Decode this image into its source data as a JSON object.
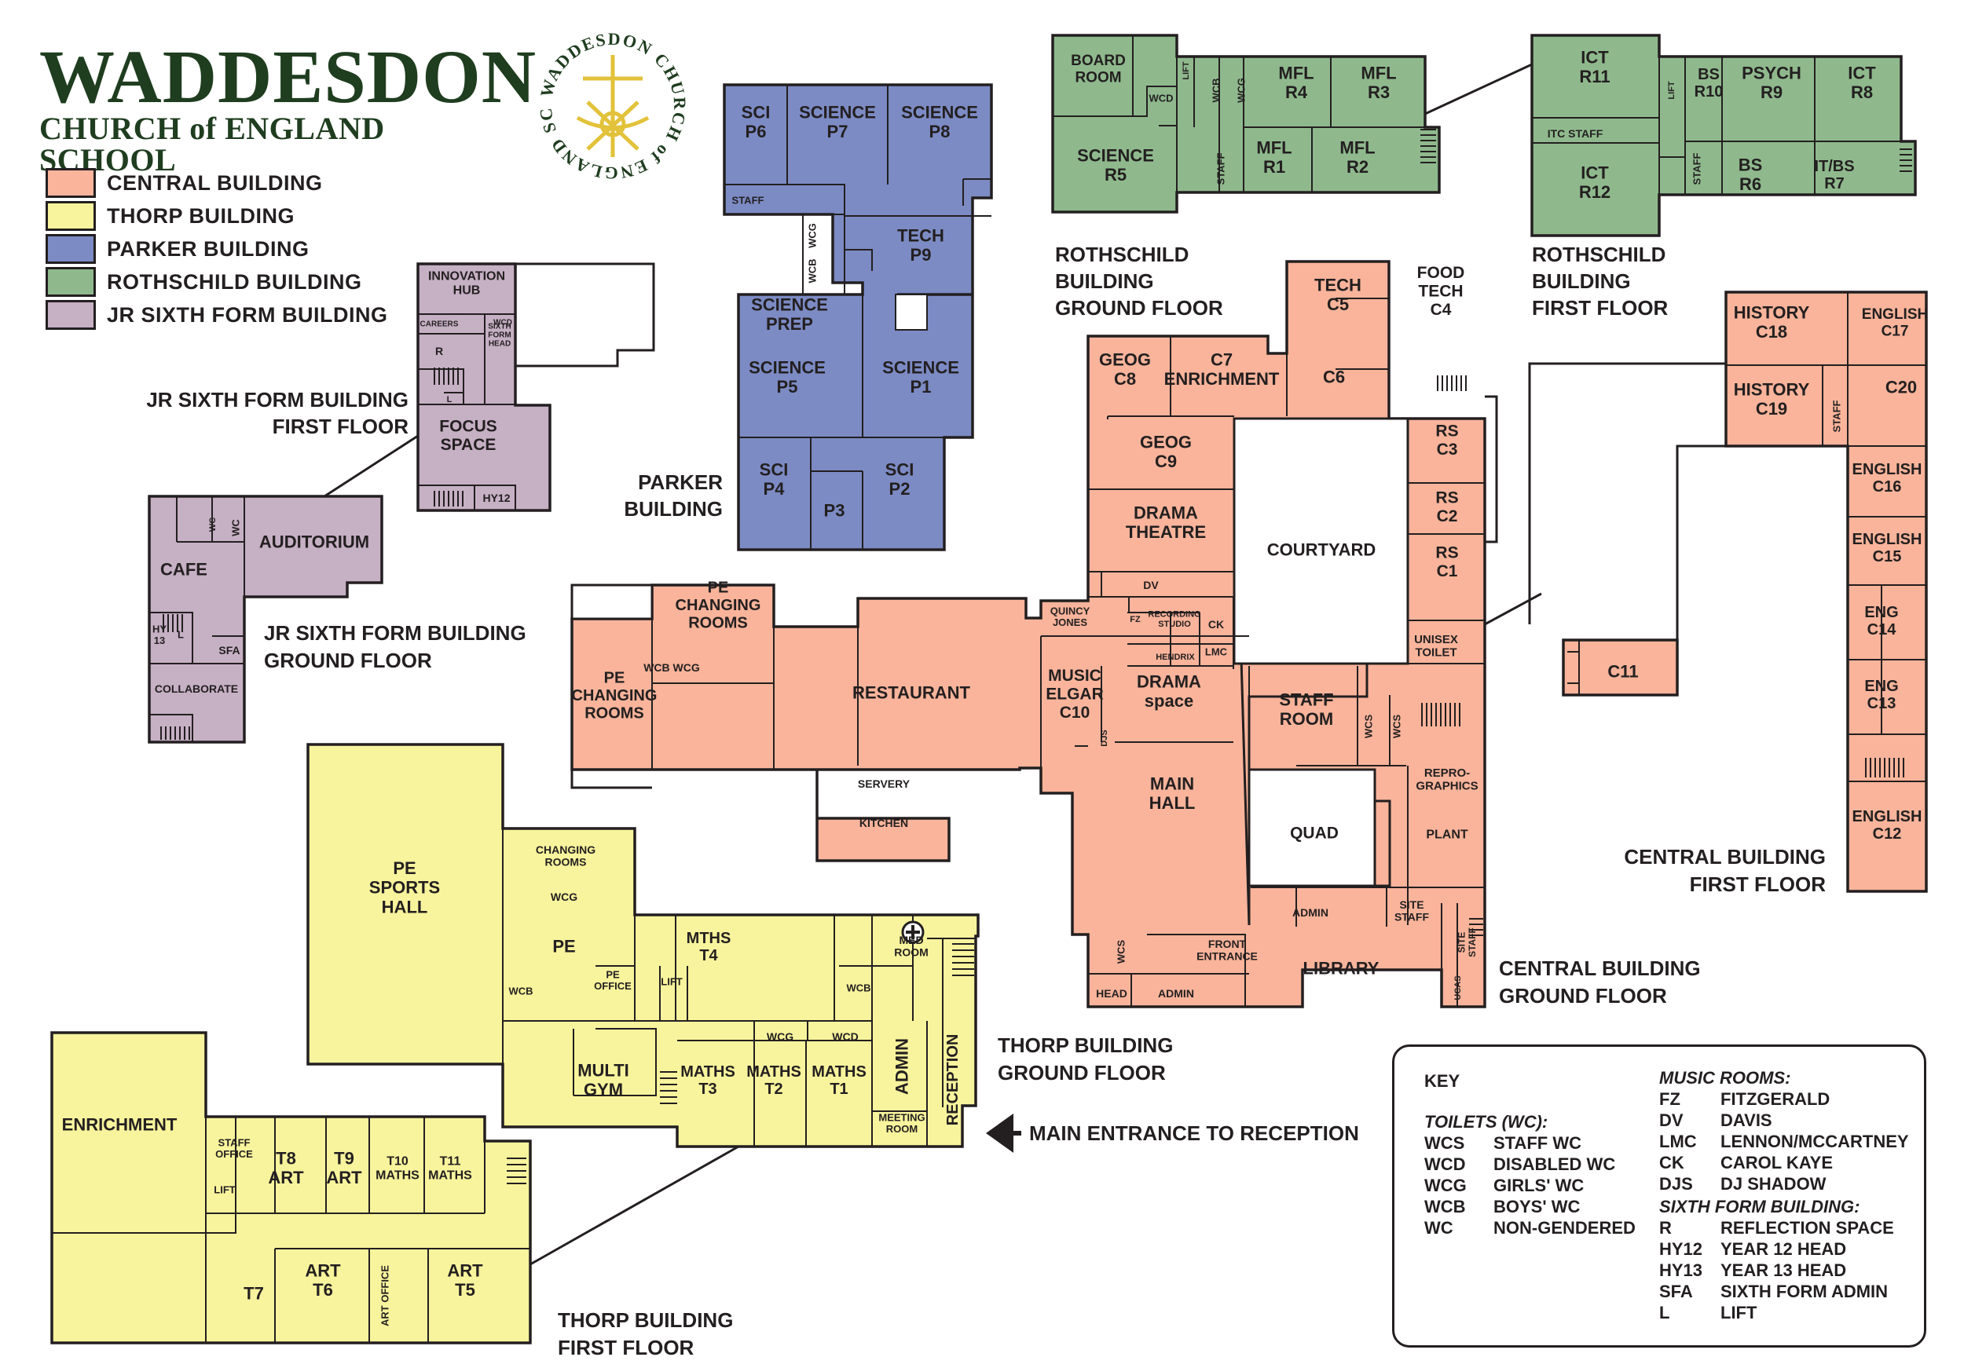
{
  "school": {
    "name_line1": "WADDESDON",
    "name_line2": "CHURCH of ENGLAND SCHOOL",
    "seal_text": "WADDESDON CHURCH of ENGLAND SCHOOL"
  },
  "colors": {
    "central": "#f9b49b",
    "thorp": "#f8f49d",
    "parker": "#7c8bc4",
    "rothschild": "#8fb98d",
    "sixth_form": "#c6b0c4"
  },
  "legend": [
    {
      "label": "CENTRAL BUILDING",
      "color": "#f9b49b"
    },
    {
      "label": "THORP BUILDING",
      "color": "#f8f49d"
    },
    {
      "label": "PARKER BUILDING",
      "color": "#7c8bc4"
    },
    {
      "label": "ROTHSCHILD BUILDING",
      "color": "#8fb98d"
    },
    {
      "label": "JR SIXTH FORM BUILDING",
      "color": "#c6b0c4"
    }
  ],
  "captions": {
    "jr_first_1": "JR SIXTH FORM BUILDING",
    "jr_first_2": "FIRST FLOOR",
    "jr_ground_1": "JR SIXTH FORM BUILDING",
    "jr_ground_2": "GROUND FLOOR",
    "parker_1": "PARKER",
    "parker_2": "BUILDING",
    "roth_ground_1": "ROTHSCHILD",
    "roth_ground_2": "BUILDING",
    "roth_ground_3": "GROUND FLOOR",
    "roth_first_1": "ROTHSCHILD",
    "roth_first_2": "BUILDING",
    "roth_first_3": "FIRST FLOOR",
    "central_first_1": "CENTRAL BUILDING",
    "central_first_2": "FIRST FLOOR",
    "central_ground_1": "CENTRAL BUILDING",
    "central_ground_2": "GROUND FLOOR",
    "thorp_ground_1": "THORP BUILDING",
    "thorp_ground_2": "GROUND FLOOR",
    "thorp_first_1": "THORP BUILDING",
    "thorp_first_2": "FIRST FLOOR",
    "main_entrance": "MAIN ENTRANCE TO RECEPTION"
  },
  "rooms": {
    "sci_p6": [
      "SCI",
      "P6"
    ],
    "science_p7": [
      "SCIENCE",
      "P7"
    ],
    "science_p8": [
      "SCIENCE",
      "P8"
    ],
    "tech_p9": [
      "TECH",
      "P9"
    ],
    "science_prep": [
      "SCIENCE",
      "PREP"
    ],
    "science_p5": [
      "SCIENCE",
      "P5"
    ],
    "science_p1": [
      "SCIENCE",
      "P1"
    ],
    "sci_p4": [
      "SCI",
      "P4"
    ],
    "p3": [
      "P3"
    ],
    "sci_p2": [
      "SCI",
      "P2"
    ],
    "parker_staff": "STAFF",
    "parker_wcg": "WCG",
    "parker_wcb": "WCB",
    "innovation_hub": [
      "INNOVATION",
      "HUB"
    ],
    "careers": "CAREERS",
    "r": "R",
    "sixth_form_head": [
      "SIXTH",
      "FORM",
      "HEAD"
    ],
    "jr_wcd": "WCD",
    "jr_l1": "L",
    "focus_space": [
      "FOCUS",
      "SPACE"
    ],
    "hy12": "HY12",
    "cafe": "CAFE",
    "auditorium": "AUDITORIUM",
    "jr_wc1": "WC",
    "jr_wc2": "WC",
    "hy13": [
      "HY",
      "13"
    ],
    "jr_l2": "L",
    "sfa": "SFA",
    "collaborate": "COLLABORATE",
    "board_room": [
      "BOARD",
      "ROOM"
    ],
    "r_wcd": "WCD",
    "r_lift": "LIFT",
    "r_wcb": "WCB",
    "r_wcg": "WCG",
    "mfl_r4": [
      "MFL",
      "R4"
    ],
    "mfl_r3": [
      "MFL",
      "R3"
    ],
    "science_r5": [
      "SCIENCE",
      "R5"
    ],
    "r_staff1": "STAFF",
    "mfl_r1": [
      "MFL",
      "R1"
    ],
    "mfl_r2": [
      "MFL",
      "R2"
    ],
    "ict_r11": [
      "ICT",
      "R11"
    ],
    "r_lift2": "LIFT",
    "bs_r10": [
      "BS",
      "R10"
    ],
    "psych_r9": [
      "PSYCH",
      "R9"
    ],
    "ict_r8": [
      "ICT",
      "R8"
    ],
    "itc_staff": "ITC STAFF",
    "ict_r12": [
      "ICT",
      "R12"
    ],
    "r_staff2": "STAFF",
    "bs_r6": [
      "BS",
      "R6"
    ],
    "itbs_r7": [
      "IT/BS",
      "R7"
    ],
    "history_c18": [
      "HISTORY",
      "C18"
    ],
    "english_c17": [
      "ENGLISH",
      "C17"
    ],
    "history_c19": [
      "HISTORY",
      "C19"
    ],
    "c_staff": "STAFF",
    "c20": "C20",
    "english_c16": [
      "ENGLISH",
      "C16"
    ],
    "english_c15": [
      "ENGLISH",
      "C15"
    ],
    "eng_c14": [
      "ENG",
      "C14"
    ],
    "eng_c13": [
      "ENG",
      "C13"
    ],
    "english_c12": [
      "ENGLISH",
      "C12"
    ],
    "c11": "C11",
    "tech_c5": [
      "TECH",
      "C5"
    ],
    "food_tech_c4": [
      "FOOD",
      "TECH",
      "C4"
    ],
    "geog_c8": [
      "GEOG",
      "C8"
    ],
    "c7_enrichment": [
      "C7",
      "ENRICHMENT"
    ],
    "c6": "C6",
    "geog_c9": [
      "GEOG",
      "C9"
    ],
    "rs_c3": [
      "RS",
      "C3"
    ],
    "rs_c2": [
      "RS",
      "C2"
    ],
    "rs_c1": [
      "RS",
      "C1"
    ],
    "courtyard": "COURTYARD",
    "drama_theatre": [
      "DRAMA",
      "THEATRE"
    ],
    "dv": "DV",
    "unisex_toilet": [
      "UNISEX",
      "TOILET"
    ],
    "quincy_jones": [
      "QUINCY",
      "JONES"
    ],
    "fz": "FZ",
    "recording_studio": [
      "RECORDING",
      "STUDIO"
    ],
    "ck": "CK",
    "hendrix": "HENDRIX",
    "lmc": "LMC",
    "music_elgar": [
      "MUSIC",
      "ELGAR",
      "C10"
    ],
    "djs": "DJS",
    "drama_space": [
      "DRAMA",
      "space"
    ],
    "staff_room": [
      "STAFF",
      "ROOM"
    ],
    "wcs1": "WCS",
    "wcs2": "WCS",
    "main_hall": [
      "MAIN",
      "HALL"
    ],
    "quad": "QUAD",
    "reprographics": [
      "REPRO-",
      "GRAPHICS"
    ],
    "plant": "PLANT",
    "c_admin1": "ADMIN",
    "site_staff": [
      "SITE",
      "STAFF"
    ],
    "site_staff2": [
      "SITE",
      "STAFF"
    ],
    "ucas": "UCAS",
    "wcs3": "WCS",
    "front_entrance": [
      "FRONT",
      "ENTRANCE"
    ],
    "library": "LIBRARY",
    "head": "HEAD",
    "c_admin2": "ADMIN",
    "pe_changing_1": [
      "PE",
      "CHANGING",
      "ROOMS"
    ],
    "wcb_wcg": "WCB WCG",
    "pe_changing_2": [
      "PE",
      "CHANGING",
      "ROOMS"
    ],
    "restaurant": "RESTAURANT",
    "servery": "SERVERY",
    "kitchen": "KITCHEN",
    "pe_sports_hall": [
      "PE",
      "SPORTS",
      "HALL"
    ],
    "changing_rooms": [
      "CHANGING",
      "ROOMS"
    ],
    "t_wcg": "WCG",
    "t_pe": "PE",
    "t_wcb": "WCB",
    "pe_office": [
      "PE",
      "OFFICE"
    ],
    "t_lift": "LIFT",
    "mths_t4": [
      "MTHS",
      "T4"
    ],
    "t_wcb2": "WCB",
    "med_room": [
      "MED",
      "ROOM"
    ],
    "multi_gym": [
      "MULTI",
      "GYM"
    ],
    "t_wcg2": "WCG",
    "t_wcd": "WCD",
    "maths_t3": [
      "MATHS",
      "T3"
    ],
    "maths_t2": [
      "MATHS",
      "T2"
    ],
    "maths_t1": [
      "MATHS",
      "T1"
    ],
    "admin": "ADMIN",
    "reception": "RECEPTION",
    "meeting_room": [
      "MEETING",
      "ROOM"
    ],
    "enrichment": "ENRICHMENT",
    "staff_office": [
      "STAFF",
      "OFFICE"
    ],
    "t_lift2": "LIFT",
    "t8_art": [
      "T8",
      "ART"
    ],
    "t9_art": [
      "T9",
      "ART"
    ],
    "t10_maths": [
      "T10",
      "MATHS"
    ],
    "t11_maths": [
      "T11",
      "MATHS"
    ],
    "t7": "T7",
    "t6_art": [
      "ART",
      "T6"
    ],
    "art_office": "ART OFFICE",
    "t5_art": [
      "ART",
      "T5"
    ]
  },
  "key": {
    "title": "KEY",
    "toilets_heading": "TOILETS (WC):",
    "toilets": [
      {
        "code": "WCS",
        "desc": "STAFF WC"
      },
      {
        "code": "WCD",
        "desc": "DISABLED WC"
      },
      {
        "code": "WCG",
        "desc": "GIRLS' WC"
      },
      {
        "code": "WCB",
        "desc": "BOYS' WC"
      },
      {
        "code": "WC",
        "desc": "NON-GENDERED"
      }
    ],
    "music_heading": "MUSIC ROOMS:",
    "music": [
      {
        "code": "FZ",
        "desc": "FITZGERALD"
      },
      {
        "code": "DV",
        "desc": "DAVIS"
      },
      {
        "code": "LMC",
        "desc": "LENNON/MCCARTNEY"
      },
      {
        "code": "CK",
        "desc": "CAROL KAYE"
      },
      {
        "code": "DJS",
        "desc": "DJ SHADOW"
      }
    ],
    "sixth_heading": "SIXTH FORM BUILDING:",
    "sixth": [
      {
        "code": "R",
        "desc": "REFLECTION SPACE"
      },
      {
        "code": "HY12",
        "desc": "YEAR 12 HEAD"
      },
      {
        "code": "HY13",
        "desc": "YEAR 13 HEAD"
      },
      {
        "code": "SFA",
        "desc": "SIXTH FORM ADMIN"
      },
      {
        "code": "L",
        "desc": "LIFT"
      }
    ]
  }
}
